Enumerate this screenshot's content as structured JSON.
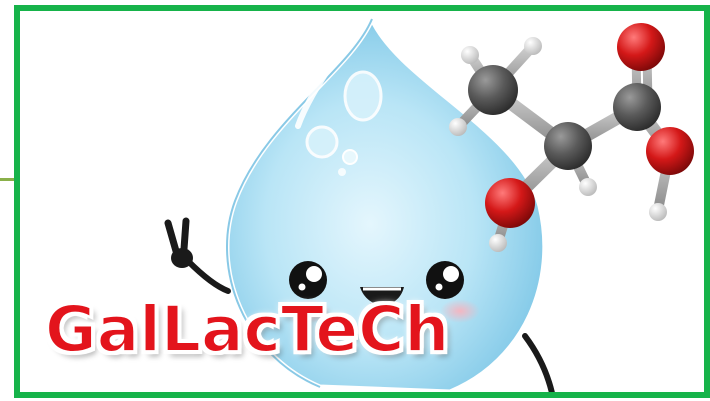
{
  "logo": {
    "brand_name": "GalLacTeCh",
    "subject": "water-drop-mascot",
    "molecule": "lactic-acid-ball-and-stick",
    "colors": {
      "frame": "#16b34a",
      "accent_line": "#8ab04a",
      "brand_text": "#e3141c",
      "drop_light": "#cfeef9",
      "drop_mid": "#8fd0ec",
      "carbon": "#555555",
      "oxygen": "#d21a1a",
      "hydrogen": "#eeeeee"
    }
  }
}
